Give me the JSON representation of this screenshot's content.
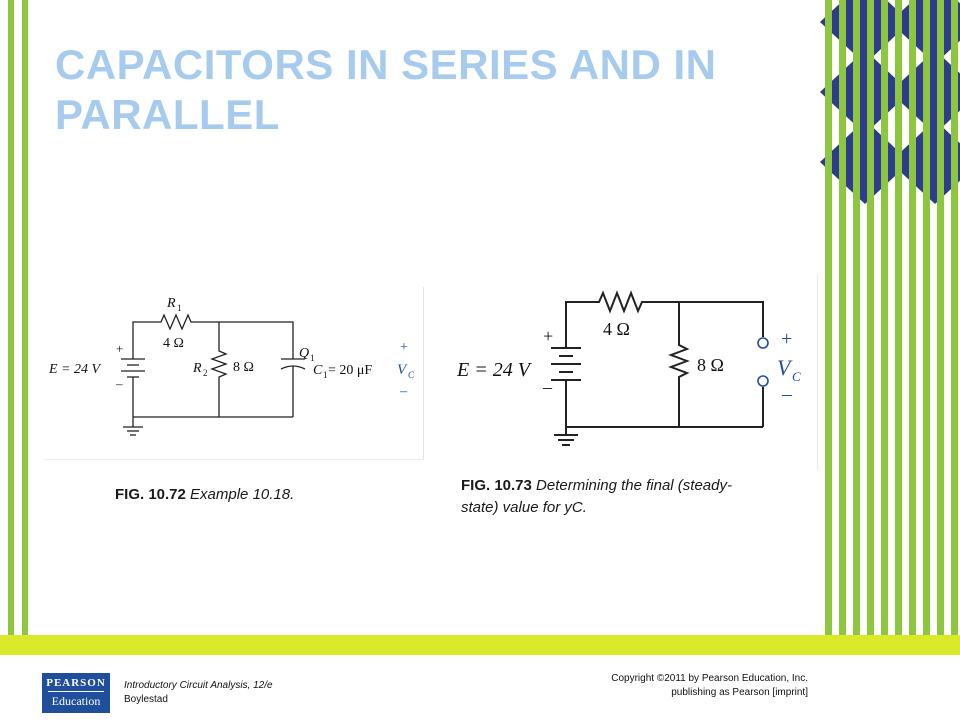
{
  "slide": {
    "title": "CAPACITORS IN SERIES AND IN PARALLEL"
  },
  "figures": [
    {
      "caption_number": "FIG. 10.72",
      "caption_text": " Example 10.18.",
      "circuit": {
        "source_label": "E = 24 V",
        "source_plus": "+",
        "source_minus": "–",
        "r1_name": "R",
        "r1_sub": "1",
        "r1_value": "4 Ω",
        "r2_name": "R",
        "r2_sub": "2",
        "r2_value": "8 Ω",
        "q_name": "Q",
        "q_sub": "1",
        "c_name": "C",
        "c_sub": "1",
        "c_value": " = 20 μF",
        "vc_name": "V",
        "vc_sub": "C",
        "vc_plus": "+",
        "vc_minus": "–"
      }
    },
    {
      "caption_number": "FIG. 10.73",
      "caption_text": " Determining the final (steady-state) value for yC.",
      "circuit": {
        "source_label": "E = 24 V",
        "source_plus": "+",
        "source_minus": "–",
        "r1_value": "4 Ω",
        "r2_value": "8 Ω",
        "vc_name": "V",
        "vc_sub": "C",
        "vc_plus": "+",
        "vc_minus": "–"
      }
    }
  ],
  "footer": {
    "logo_top": "PEARSON",
    "logo_bottom": "Education",
    "book_title": "Introductory Circuit Analysis, 12/e",
    "book_author": "Boylestad",
    "copyright_line1": "Copyright ©2011 by Pearson Education, Inc.",
    "copyright_line2": "publishing as Pearson [imprint]"
  },
  "colors": {
    "title": "#a6cbee",
    "green_stripe": "#8dc63f",
    "navy_diamond": "#2e3b8f",
    "yellow_band": "#d9ea2b",
    "logo_blue": "#1f4e9b"
  }
}
